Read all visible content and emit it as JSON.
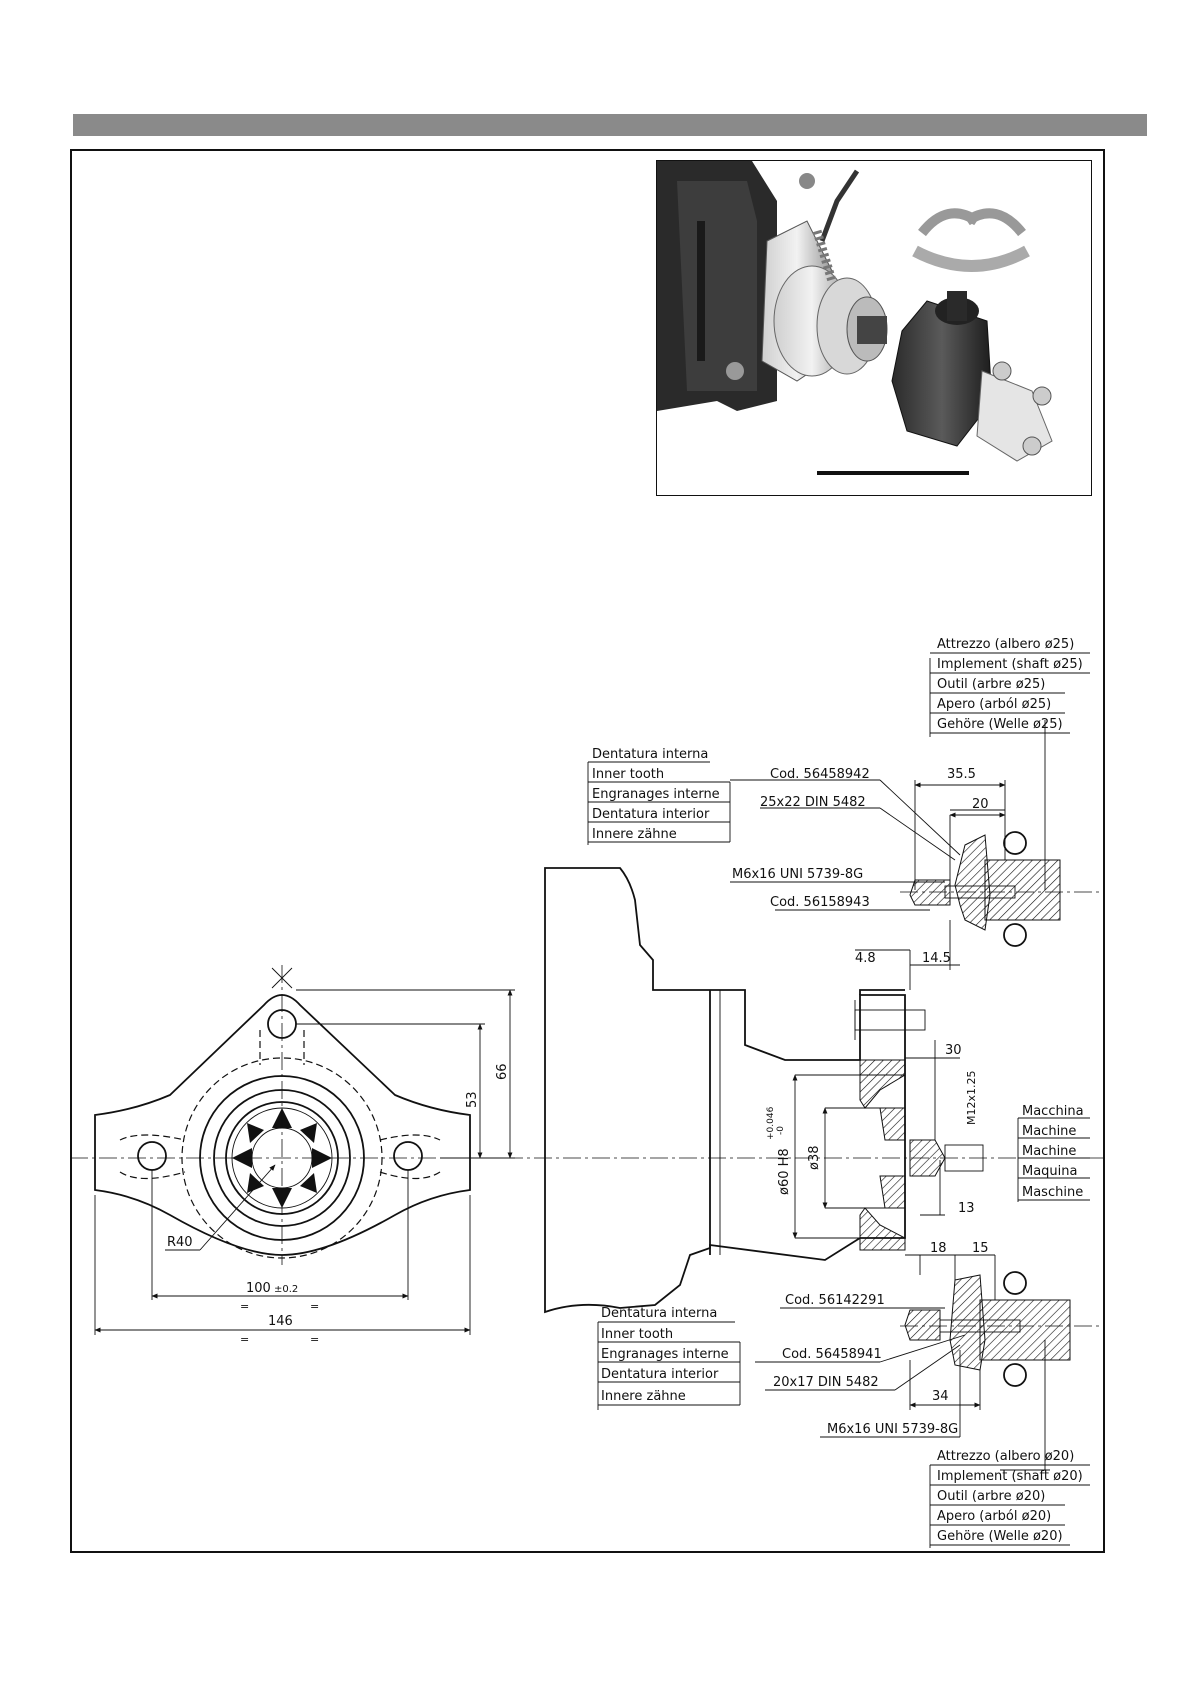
{
  "colors": {
    "header_bar": "#8a8a8a",
    "line": "#111111",
    "hatch": "#111111"
  },
  "top_right_labels": {
    "lines": [
      "Attrezzo (albero ø25)",
      "Implement (shaft ø25)",
      "Outil (arbre ø25)",
      "Apero (arból ø25)",
      "Gehöre (Welle ø25)"
    ]
  },
  "bottom_right_labels": {
    "lines": [
      "Attrezzo (albero ø20)",
      "Implement (shaft ø20)",
      "Outil (arbre ø20)",
      "Apero (arból ø20)",
      "Gehöre (Welle ø20)"
    ]
  },
  "inner_tooth_top": {
    "lines": [
      "Dentatura interna",
      "Inner tooth",
      "Engranages interne",
      "Dentatura interior",
      "Innere zähne"
    ]
  },
  "inner_tooth_bottom": {
    "lines": [
      "Dentatura interna",
      "Inner tooth",
      "Engranages interne",
      "Dentatura interior",
      "Innere zähne"
    ]
  },
  "machine_labels": {
    "lines": [
      "Macchina",
      "Machine",
      "Machine",
      "Maquina",
      "Maschine"
    ]
  },
  "part_codes": {
    "top_hub": "Cod. 56458942",
    "top_spline": "25x22 DIN 5482",
    "top_screw": "M6x16 UNI 5739-8G",
    "top_cover": "Cod. 56158943",
    "bottom_cover": "Cod. 56142291",
    "bottom_hub": "Cod. 56458941",
    "bottom_spline": "20x17 DIN 5482",
    "bottom_screw": "M6x16 UNI 5739-8G"
  },
  "dimensions": {
    "d35_5": "35.5",
    "d20": "20",
    "d4_8": "4.8",
    "d14_5": "14.5",
    "d30": "30",
    "thread": "M12x1.25",
    "d13": "13",
    "d18": "18",
    "d15": "15",
    "d34": "34",
    "bore": "ø60 H8",
    "bore_tol_upper": "+0.046",
    "bore_tol_lower": "-0",
    "d38": "ø38",
    "d53": "53",
    "d66": "66",
    "r40": "R40",
    "d100": "100",
    "d100_tol": "±0.2",
    "d146": "146",
    "eq": "="
  }
}
